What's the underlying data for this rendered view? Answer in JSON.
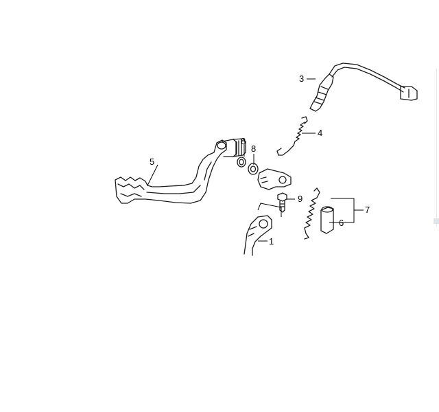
{
  "callouts": {
    "c1": "1",
    "c3": "3",
    "c4": "4",
    "c5": "5",
    "c6": "6",
    "c7": "7",
    "c8a": "8",
    "c8b": "8",
    "c9": "9"
  },
  "parts": [
    "brake-pedal",
    "brake-arm",
    "stop-switch",
    "return-spring",
    "switch-spring",
    "spring-sleeve",
    "spring-set",
    "oil-seal",
    "bolt"
  ],
  "colors": {
    "line": "#1a1a1a",
    "background": "#ffffff"
  }
}
